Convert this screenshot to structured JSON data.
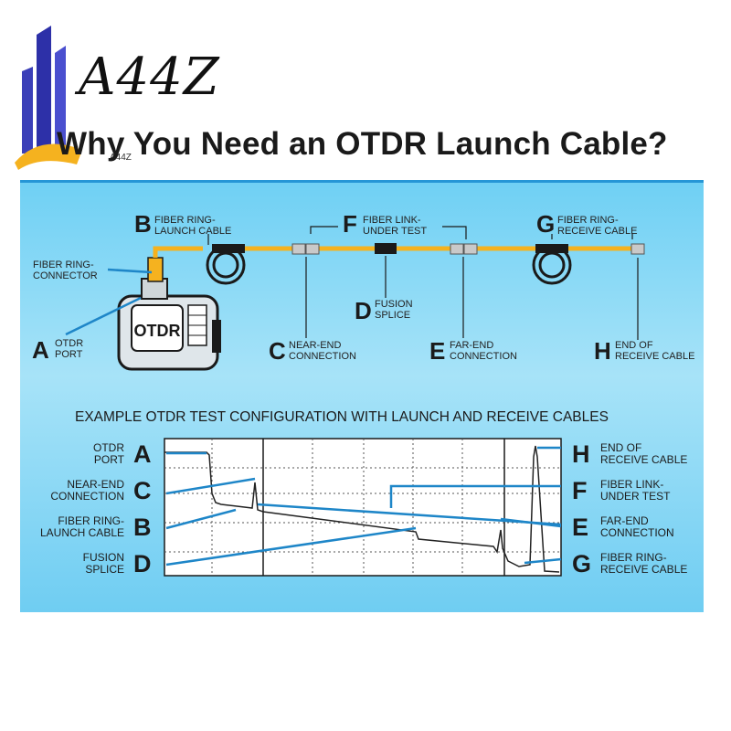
{
  "logo": {
    "text": "A44Z",
    "subtext": "A44Z"
  },
  "title": "Why You Need an OTDR Launch Cable?",
  "device": {
    "screen_text": "OTDR"
  },
  "top": {
    "A": {
      "letter": "A",
      "line1": "OTDR",
      "line2": "PORT"
    },
    "B": {
      "letter": "B",
      "line1": "FIBER RING-",
      "line2": "LAUNCH CABLE"
    },
    "C": {
      "letter": "C",
      "line1": "NEAR-END",
      "line2": "CONNECTION"
    },
    "D": {
      "letter": "D",
      "line1": "FUSION",
      "line2": "SPLICE"
    },
    "E": {
      "letter": "E",
      "line1": "FAR-END",
      "line2": "CONNECTION"
    },
    "F": {
      "letter": "F",
      "line1": "FIBER LINK-",
      "line2": "UNDER TEST"
    },
    "G": {
      "letter": "G",
      "line1": "FIBER RING-",
      "line2": "RECEIVE CABLE"
    },
    "H": {
      "letter": "H",
      "line1": "END OF",
      "line2": "RECEIVE CABLE"
    },
    "connector": {
      "line1": "FIBER RING-",
      "line2": "CONNECTOR"
    }
  },
  "subheading": "EXAMPLE OTDR TEST CONFIGURATION WITH LAUNCH AND RECEIVE CABLES",
  "left_labels": [
    {
      "letter": "A",
      "line1": "OTDR",
      "line2": "PORT"
    },
    {
      "letter": "C",
      "line1": "NEAR-END",
      "line2": "CONNECTION"
    },
    {
      "letter": "B",
      "line1": "FIBER RING-",
      "line2": "LAUNCH CABLE"
    },
    {
      "letter": "D",
      "line1": "FUSION",
      "line2": "SPLICE"
    }
  ],
  "right_labels": [
    {
      "letter": "H",
      "line1": "END OF",
      "line2": "RECEIVE CABLE"
    },
    {
      "letter": "F",
      "line1": "FIBER LINK-",
      "line2": "UNDER TEST"
    },
    {
      "letter": "E",
      "line1": "FAR-END",
      "line2": "CONNECTION"
    },
    {
      "letter": "G",
      "line1": "FIBER RING-",
      "line2": "RECEIVE CABLE"
    }
  ],
  "colors": {
    "cable": "#f5b21f",
    "panel": "#7dd4f4",
    "pointer": "#1e86c8",
    "trace": "#222222"
  }
}
